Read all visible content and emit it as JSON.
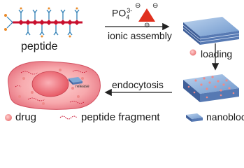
{
  "labels": {
    "peptide": "peptide",
    "phosphate_base": "PO",
    "phosphate_sub": "4",
    "phosphate_sup": "3-",
    "ionic_assembly": "ionic assembly",
    "loading": "loading",
    "endocytosis": "endocytosis",
    "release": "release",
    "charge_symbol": "⊖"
  },
  "legend": {
    "drug": "drug",
    "peptide_fragment": "peptide fragment",
    "nanoblock": "nanoblock"
  },
  "colors": {
    "peptide_backbone": "#c8102e",
    "peptide_side": "#2f7fb5",
    "triangle": "#e0301e",
    "nanoblock_top": "#7fa8d6",
    "nanoblock_side": "#3f5f99",
    "drug": "#ef8a8a",
    "cell": "#f4a3a8",
    "nucleus": "#f07c86",
    "fragment": "#c8102e",
    "arrow": "#222222"
  }
}
